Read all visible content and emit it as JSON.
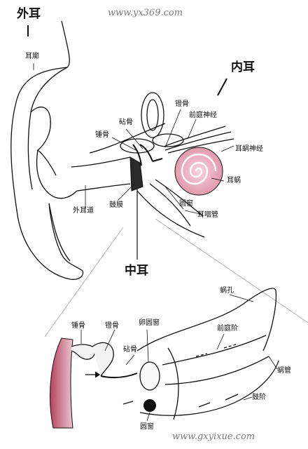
{
  "watermarks": {
    "top": "www.yx369.com",
    "bottom": "www.gxyixue.com"
  },
  "sections": {
    "outer_ear": "外耳",
    "inner_ear": "内耳",
    "middle_ear": "中耳"
  },
  "labels": {
    "pinna": "耳廓",
    "stapes": "镫骨",
    "vestibular_nerve": "前庭神经",
    "incus": "砧骨",
    "malleus": "锤骨",
    "cochlear_nerve": "耳蜗神经",
    "cochlea": "耳蜗",
    "ear_canal": "外耳道",
    "eardrum": "鼓膜",
    "round_window": "圆窗",
    "eustachian_tube": "耳咽管"
  },
  "detail_labels": {
    "helicotrema": "蜗孔",
    "malleus": "锤骨",
    "stapes": "镫骨",
    "oval_window": "卵圆窗",
    "incus": "砧骨",
    "scala_vestibuli": "前庭阶",
    "cochlear_duct": "蜗管",
    "scala_tympani": "鼓阶",
    "round_window": "圆窗"
  },
  "colors": {
    "cochlea_fill": "#e8a3b4",
    "eardrum_fill": "#c55d78",
    "ink": "#111111"
  }
}
